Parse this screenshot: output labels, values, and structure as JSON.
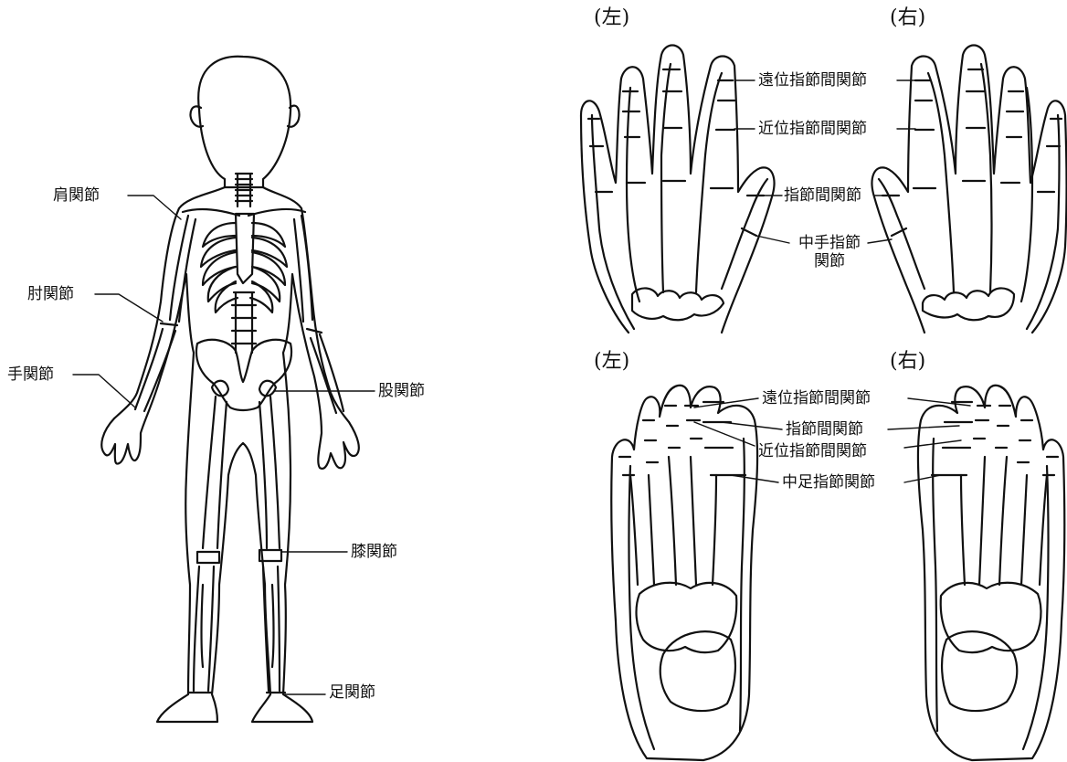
{
  "body_labels": {
    "shoulder": "肩関節",
    "elbow": "肘関節",
    "wrist": "手関節",
    "hip": "股関節",
    "knee": "膝関節",
    "ankle": "足関節"
  },
  "hands": {
    "left_caption": "(左)",
    "right_caption": "(右)",
    "dip": "遠位指節間関節",
    "pip": "近位指節間関節",
    "ip": "指節間関節",
    "mcp_line1": "中手指節",
    "mcp_line2": "関節"
  },
  "feet": {
    "left_caption": "(左)",
    "right_caption": "(右)",
    "dip": "遠位指節間関節",
    "ip": "指節間関節",
    "pip": "近位指節間関節",
    "mtp": "中足指節関節"
  }
}
